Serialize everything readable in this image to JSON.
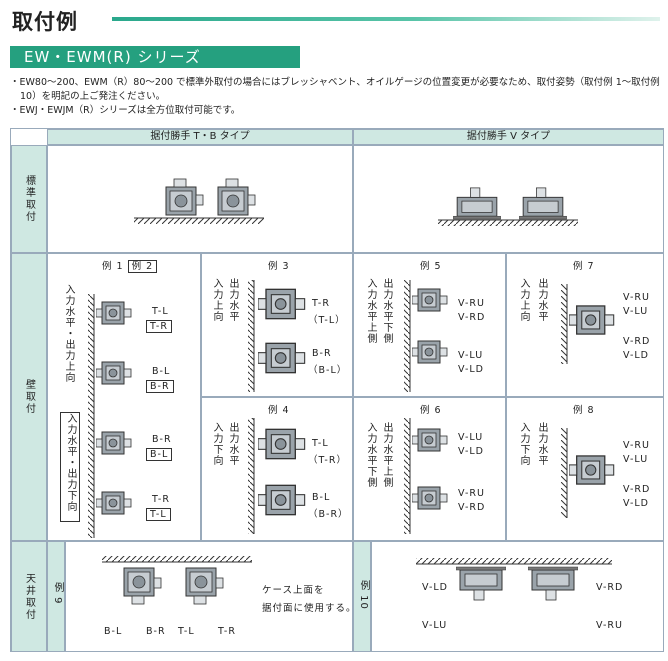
{
  "header": {
    "title": "取付例",
    "series": "EW・EWM(R) シリーズ"
  },
  "notes": [
    "・EW80～200、EWM（R）80～200 で標準外取付の場合にはブレッシャベント、オイルゲージの位置変更が必要なため、取付姿勢（取付例 1～取付例 10）を明記の上ご発注ください。",
    "・EWJ・EWJM（R）シリーズは全方位取付可能です。"
  ],
  "columns": {
    "tb": "据付勝手 T・B タイプ",
    "v": "据付勝手 V タイプ"
  },
  "rows": {
    "standard": "標準取付",
    "wall": "壁取付",
    "ceiling": "天井取付"
  },
  "examples": {
    "ex1": "例 1",
    "ex2": "例 2",
    "ex3": "例 3",
    "ex4": "例 4",
    "ex5": "例 5",
    "ex6": "例 6",
    "ex7": "例 7",
    "ex8": "例 8",
    "ex9": "例 9",
    "ex10": "例 10"
  },
  "ex12": {
    "dir_top": "入力水平・出力上向",
    "dir_bottom": "入力水平・出力下向",
    "labels": [
      "T-L",
      "T-R",
      "B-L",
      "B-R",
      "B-R",
      "B-L",
      "T-R",
      "T-L"
    ]
  },
  "ex3": {
    "dir_in": "入力上向",
    "dir_out": "出力水平",
    "l1": "T-R",
    "l2": "（T-L）",
    "l3": "B-R",
    "l4": "（B-L）"
  },
  "ex4": {
    "dir_in": "入力下向",
    "dir_out": "出力水平",
    "l1": "T-L",
    "l2": "（T-R）",
    "l3": "B-L",
    "l4": "（B-R）"
  },
  "ex5": {
    "dir_in": "入力水平上側",
    "dir_out": "出力水平下側",
    "labels": [
      "V-RU",
      "V-RD",
      "V-LU",
      "V-LD"
    ]
  },
  "ex6": {
    "dir_in": "入力水平下側",
    "dir_out": "出力水平上側",
    "labels": [
      "V-LU",
      "V-LD",
      "V-RU",
      "V-RD"
    ]
  },
  "ex7": {
    "dir_in": "入力上向",
    "dir_out": "出力水平",
    "labels": [
      "V-RU",
      "V-LU",
      "V-RD",
      "V-LD"
    ]
  },
  "ex8": {
    "dir_in": "入力下向",
    "dir_out": "出力水平",
    "labels": [
      "V-RU",
      "V-LU",
      "V-RD",
      "V-LD"
    ]
  },
  "ex9": {
    "labels": [
      "B-L",
      "B-R",
      "T-L",
      "T-R"
    ],
    "note1": "ケース上面を",
    "note2": "据付面に使用する。"
  },
  "ex10": {
    "labels": [
      "V-LD",
      "V-RD",
      "V-LU",
      "V-RU"
    ]
  }
}
